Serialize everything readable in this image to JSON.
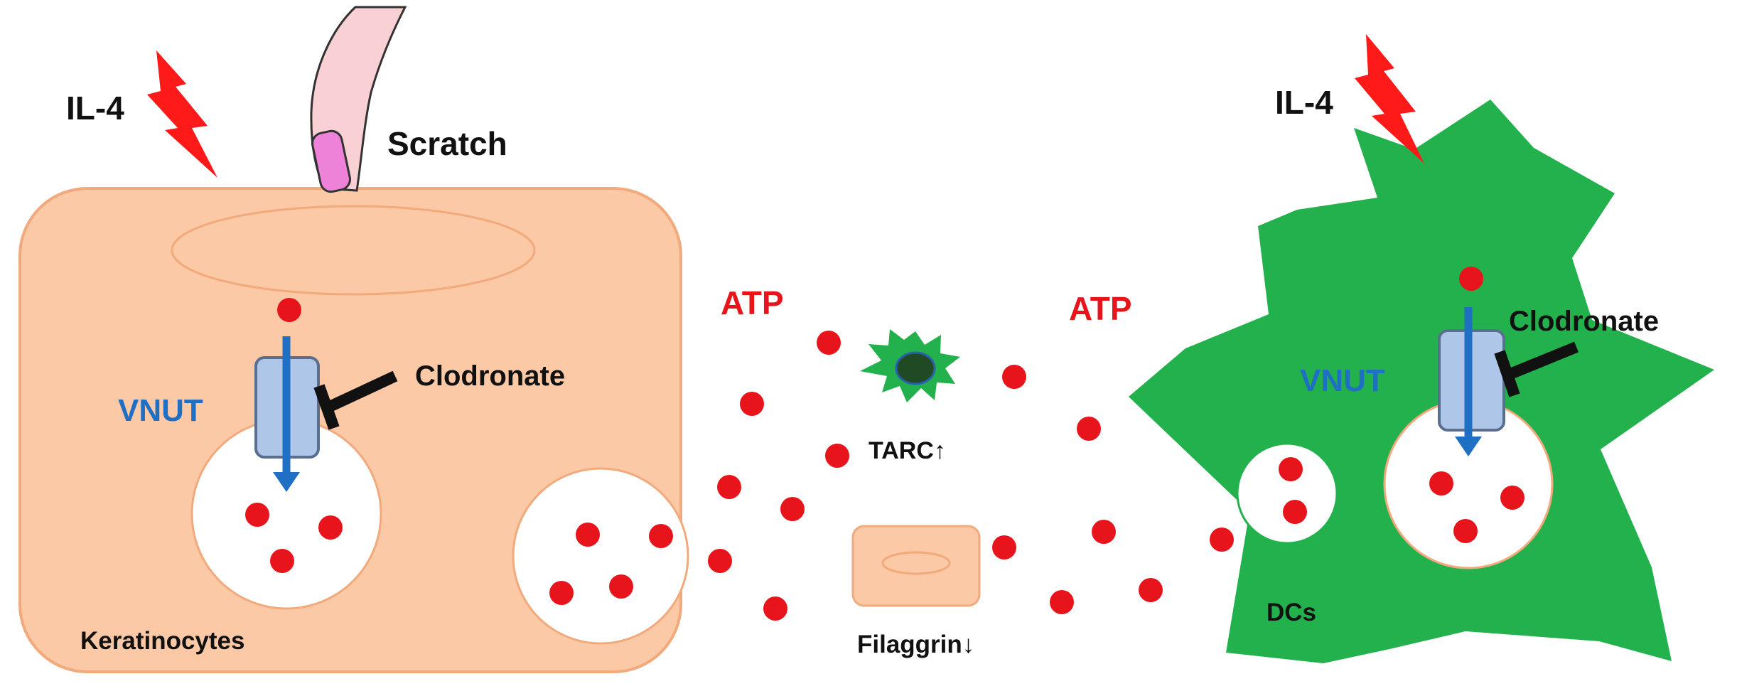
{
  "labels": {
    "il4_left": "IL-4",
    "scratch": "Scratch",
    "vnut_left": "VNUT",
    "clodronate_left": "Clodronate",
    "keratinocytes": "Keratinocytes",
    "atp_left": "ATP",
    "atp_right": "ATP",
    "tarc": "TARC↑",
    "filaggrin": "Filaggrin↓",
    "il4_right": "IL-4",
    "vnut_right": "VNUT",
    "clodronate_right": "Clodronate",
    "dcs": "DCs"
  },
  "colors": {
    "atp_red": "#e8141b",
    "vnut_blue": "#1f6fc5",
    "keratinocyte_fill": "#fbc9a6",
    "keratinocyte_stroke": "#f2a97c",
    "dc_green": "#22b14c",
    "transporter_fill": "#aec6e8",
    "transporter_stroke": "#5a6f8f",
    "lightning": "#ff1a1a",
    "finger_fill": "#f9d0d4",
    "nail_fill": "#ee82d8",
    "black": "#111111"
  },
  "icons": [
    "lightning-bolt-icon",
    "finger-icon",
    "transporter-icon",
    "inhibitor-icon",
    "dendritic-cell-icon"
  ]
}
